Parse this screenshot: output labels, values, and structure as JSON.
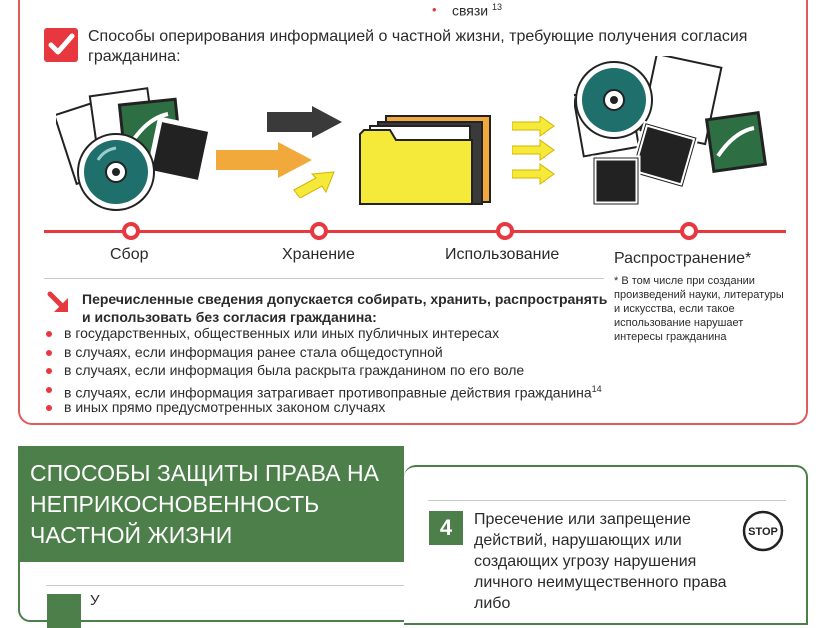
{
  "top": {
    "prev_item": "связи",
    "prev_item_sup": "13",
    "intro": "Способы оперирования информацией о частной жизни, требующие получения согласия гражданина:"
  },
  "timeline": {
    "stages": [
      "Сбор",
      "Хранение",
      "Использование",
      "Распространение*"
    ]
  },
  "footnote": "* В том числе при создании произведений науки, литературы и искусства, если такое использование нарушает интересы гражданина",
  "list": {
    "heading": "Перечисленные сведения допускается собирать, хранить, распространять и использовать без согласия гражданина:",
    "items": [
      "в государственных, общественных или иных публичных интересах",
      "в случаях, если информация ранее стала общедоступной",
      "в случаях, если информация была раскрыта гражданином по его воле",
      "в случаях, если информация затрагивает противоправные действия гражданина",
      "в иных прямо предусмотренных законом случаях"
    ],
    "item4_sup": "14"
  },
  "bottom": {
    "banner_title": "Способы защиты права на неприкосновенность частной жизни",
    "number": "4",
    "item4_text": "Пресечение или запрещение действий, нарушающих или создающих угрозу нарушения личного неимущественного права либо",
    "stop_label": "STOP",
    "left_cut_text": "У"
  },
  "colors": {
    "accent_red": "#e8383f",
    "accent_green": "#4d7f4b",
    "folder_yellow": "#f5e93a",
    "arrow_orange": "#f0a93a",
    "arrow_dark": "#3a3a3a",
    "arrow_yellow": "#f5e93a"
  }
}
